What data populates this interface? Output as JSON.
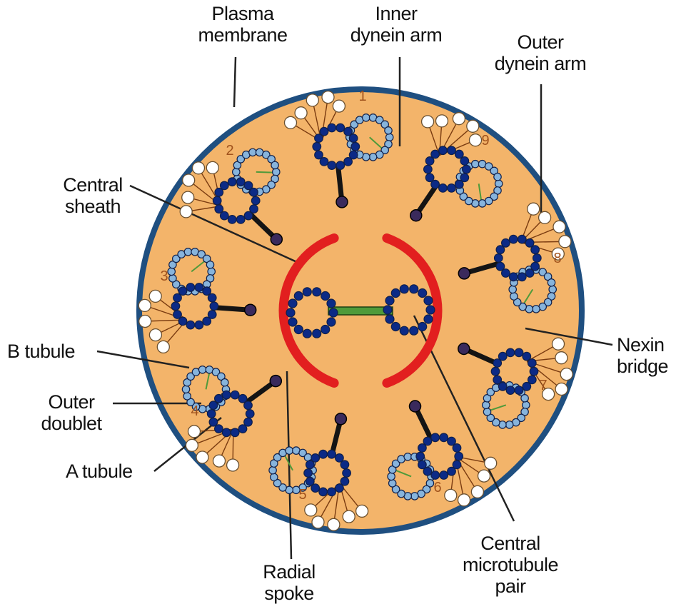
{
  "labels": {
    "plasma_membrane": [
      "Plasma",
      "membrane"
    ],
    "inner_dynein_arm": [
      "Inner",
      "dynein arm"
    ],
    "outer_dynein_arm": [
      "Outer",
      "dynein arm"
    ],
    "central_sheath": [
      "Central",
      "sheath"
    ],
    "nexin_bridge": [
      "Nexin",
      "bridge"
    ],
    "b_tubule": "B tubule",
    "outer_doublet": [
      "Outer",
      "doublet"
    ],
    "a_tubule": "A tubule",
    "radial_spoke": [
      "Radial",
      "spoke"
    ],
    "central_microtubule_pair": [
      "Central",
      "microtubule",
      "pair"
    ]
  },
  "doublet_numbers": [
    "1",
    "2",
    "3",
    "4",
    "5",
    "6",
    "7",
    "8",
    "9"
  ],
  "colors": {
    "cytoplasm": "#f3b46a",
    "membrane": "#1f4f80",
    "a_tubule": "#0b2a86",
    "b_tubule": "#87b4dc",
    "central_sheath": "#e21f1f",
    "radial_spoke": "#141414",
    "spoke_head": "#3a2a5c",
    "nexin_link": "#4f9a3a",
    "dynein": "#ffffff",
    "number": "#a0521c"
  }
}
